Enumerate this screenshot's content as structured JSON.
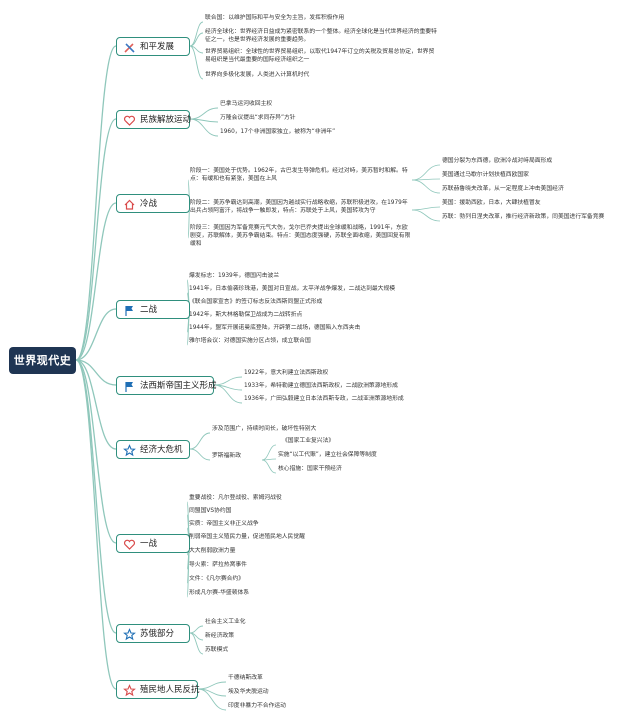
{
  "root": "世界现代史",
  "branches": [
    {
      "label": "和平发展",
      "icon": "crossed-tools-icon",
      "items": [
        "联合国：以维护国际和平与安全为主旨，发挥积极作用",
        "经济全球化：世界经济日益成为紧密联系的一个整体。经济全球化是当代世界经济的重要特征之一，也是世界经济发展的重要趋势。",
        "世界贸易组织：全球性的世界贸易组织，以取代1947年订立的关税及贸易总协定，世界贸易组织是当代最重要的国际经济组织之一",
        "世界向多极化发展，人类进入计算机时代"
      ]
    },
    {
      "label": "民族解放运动",
      "icon": "heart-icon",
      "items": [
        "巴拿马运河收回主权",
        "万隆会议提出“求同存异”方针",
        "1960，17个非洲国家独立，被称为“非洲年”"
      ]
    },
    {
      "label": "冷战",
      "icon": "house-icon",
      "items": [
        "阶段一：美国处于优势。1962年，古巴发生导弹危机，经过对峙，美苏暂时和解。特点：有缓和也有紧张，美国在上风",
        "阶段二：美苏争霸达到高潮，美国因为越战实行战略收缩，苏联积极进攻，在1979年出兵占领阿富汗，将战争一触即发，特点：苏联处于上风，美国转攻为守",
        "阶段三：美国因为军备竞赛元气大伤，戈尔巴乔夫提出全球缓和战略，1991年，东欧剧变，苏联解体，美苏争霸结束。特点：美国态度强硬，苏联全面收缩，美国回复有限缓和"
      ],
      "sub": [
        "德国分裂为东西德，欧洲冷战对峙局面形成",
        "美国通过马歇尔计划扶植西欧国家",
        "苏联赫鲁晓夫改革，从一定程度上冲击美国经济",
        "美国：援助西欧，日本，大肆扶植冒友",
        "苏联：勃列日涅夫改革，推行经济新政策，同美国进行军备竞赛"
      ]
    },
    {
      "label": "二战",
      "icon": "flag-icon",
      "items": [
        "爆发标志：1939年，德国闪击波兰",
        "1941年，日本偷袭珍珠港，美国对日宣战，太平洋战争爆发，二战达到最大规模",
        "《联合国家宣言》的签订标志反法西斯同盟正式形成",
        "1942年，斯大林格勒保卫战成为二战转折点",
        "1944年，盟军开展诺曼底登陆，开辟第二战场，德国陷入东西夹击",
        "雅尔塔会议：对德国实施分区占领，成立联合国"
      ]
    },
    {
      "label": "法西斯帝国主义形成",
      "icon": "flag-icon",
      "items": [
        "1922年，意大利建立法西斯政权",
        "1933年，希特勒建立德国法西斯政权，二战欧洲策源地形成",
        "1936年，广田弘毅建立日本法西斯专政，二战亚洲策源地形成"
      ]
    },
    {
      "label": "经济大危机",
      "icon": "star-icon",
      "items": [
        "涉及范围广，持续时间长，破坏性特别大",
        "罗斯福新政"
      ],
      "sub": [
        "《国家工业复兴法》",
        "实施“以工代赈”，建立社会保障等制度",
        "核心措施：国家干预经济"
      ]
    },
    {
      "label": "一战",
      "icon": "heart-icon",
      "items": [
        "重要战役：凡尔登战役、索姆河战役",
        "同盟国VS协约国",
        "实质：帝国主义非正义战争",
        "削弱帝国主义殖民力量，促进殖民地人民觉醒",
        "大大削弱欧洲力量",
        "导火索：萨拉热窝事件",
        "文件：《凡尔赛合约》",
        "形成凡尔赛-华盛顿体系"
      ]
    },
    {
      "label": "苏俄部分",
      "icon": "star-icon",
      "items": [
        "社会主义工业化",
        "新经济政策",
        "苏联模式"
      ]
    },
    {
      "label": "殖民地人民反抗",
      "icon": "star-outline-icon",
      "items": [
        "千德纳斯改革",
        "埃及华夫脱运动",
        "印度非暴力不合作运动"
      ]
    }
  ]
}
